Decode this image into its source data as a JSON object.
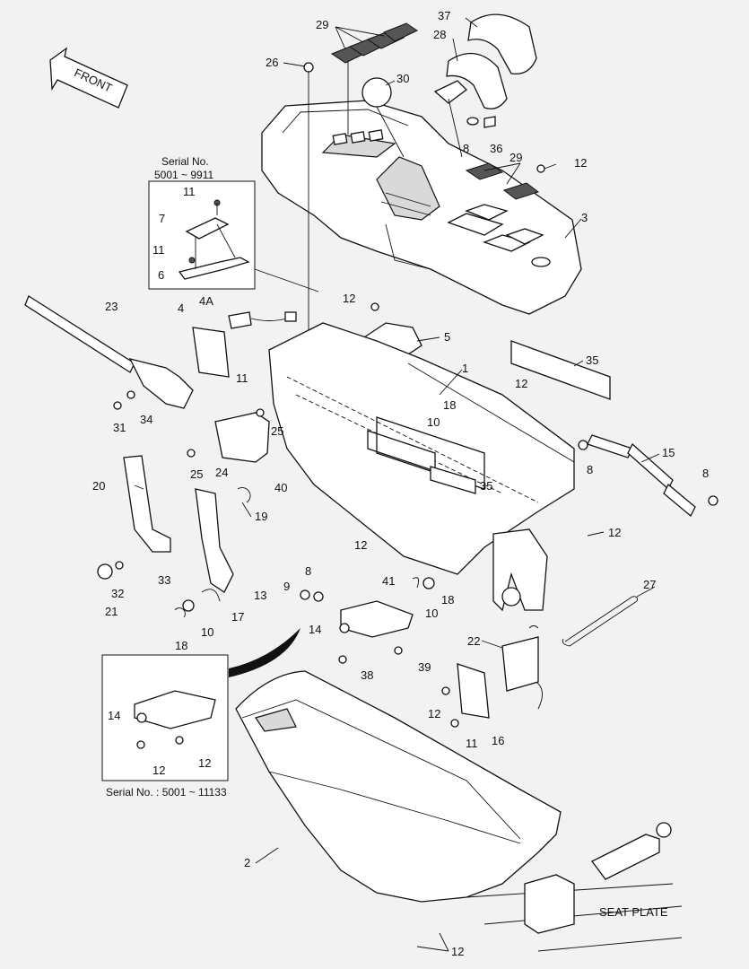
{
  "front_label": "FRONT",
  "seat_plate_label": "SEAT PLATE",
  "inset_top": {
    "serial_title": "Serial No.",
    "serial_range": "5001 ~ 9911",
    "callouts": [
      "11",
      "7",
      "11",
      "6"
    ]
  },
  "inset_bottom": {
    "serial_caption": "Serial No. : 5001 ~ 11133",
    "callouts": [
      "14",
      "12",
      "12"
    ]
  },
  "callouts": [
    "29",
    "37",
    "28",
    "26",
    "30",
    "8",
    "36",
    "29",
    "12",
    "3",
    "4A",
    "4",
    "12",
    "5",
    "23",
    "1",
    "35",
    "12",
    "18",
    "10",
    "11",
    "34",
    "31",
    "25",
    "15",
    "24",
    "25",
    "8",
    "20",
    "19",
    "40",
    "35",
    "12",
    "8",
    "12",
    "33",
    "32",
    "21",
    "13",
    "17",
    "9",
    "8",
    "41",
    "18",
    "10",
    "18",
    "10",
    "14",
    "27",
    "22",
    "38",
    "39",
    "12",
    "11",
    "16",
    "2",
    "12"
  ]
}
